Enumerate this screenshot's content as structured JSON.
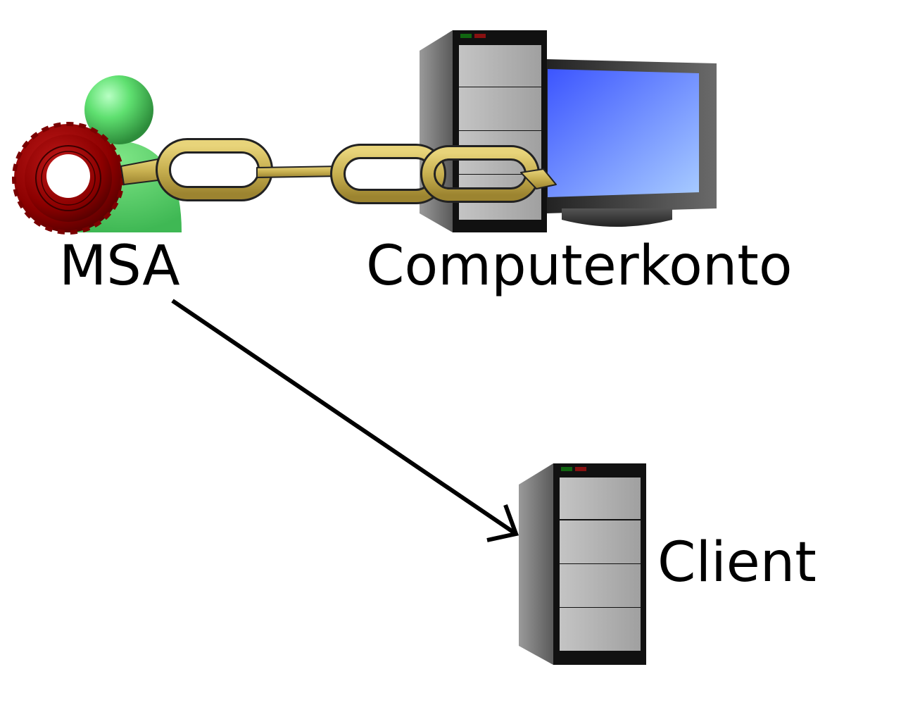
{
  "labels": {
    "msa": "MSA",
    "computer_account": "Computerkonto",
    "client": "Client"
  },
  "icons": {
    "msa": "user-with-gear-icon",
    "link": "chain-icon",
    "computer": "desktop-computer-icon",
    "client": "tower-server-icon"
  },
  "edges": [
    {
      "from": "msa",
      "to": "computer_account",
      "style": "chain"
    },
    {
      "from": "msa",
      "to": "client",
      "style": "arrow"
    }
  ],
  "colors": {
    "user": "#4cc860",
    "gear": "#8b0000",
    "chain": "#c8b450",
    "screen": "#5a78ff",
    "tower": "#a8a8a8",
    "arrow": "#000000"
  }
}
